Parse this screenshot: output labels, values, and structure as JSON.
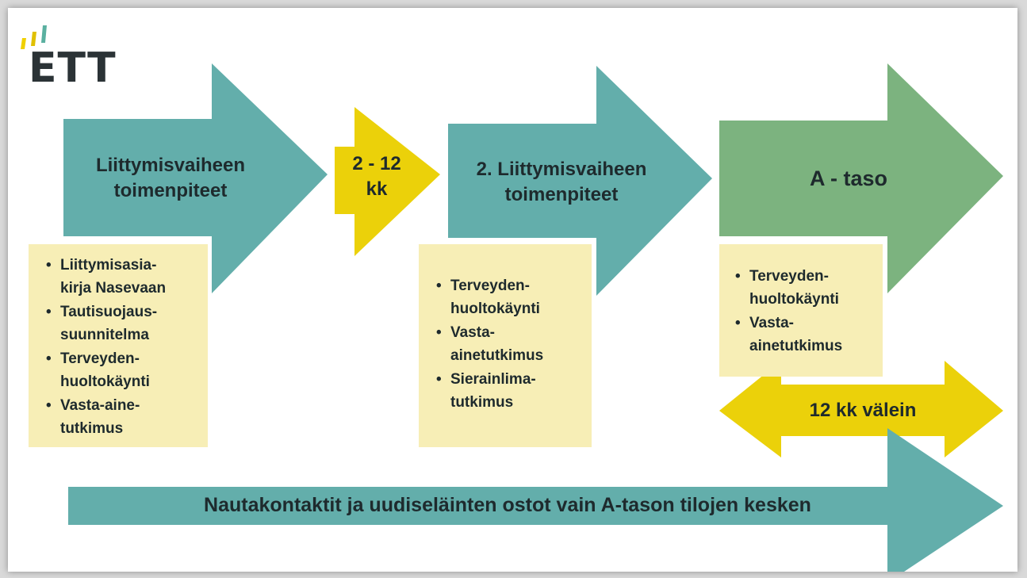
{
  "logo": {
    "text": "ETT",
    "colors": [
      "#f0d000",
      "#e0c000",
      "#5ab0a0"
    ]
  },
  "colors": {
    "teal": "#63aeab",
    "yellow": "#ebd10a",
    "green": "#7cb37f",
    "box": "#f7eeb6",
    "text": "#1e2a2d"
  },
  "steps": [
    {
      "title": "Liittymisvaiheen\ntoimenpiteet",
      "items": [
        "Liittymisasia-\nkirja Nasevaan",
        "Tautisuojaus-\nsuunnitelma",
        "Terveyden-\nhuoltokäynti",
        "Vasta-aine-\ntutkimus"
      ]
    },
    {
      "title": "2 - 12\nkk"
    },
    {
      "title": "2. Liittymisvaiheen\ntoimenpiteet",
      "items": [
        "Terveyden-\nhuoltokäynti",
        "Vasta-\nainetutkimus",
        "Sierainlima-\ntutkimus"
      ]
    },
    {
      "title": "A - taso",
      "items": [
        "Terveyden-\nhuoltokäynti",
        "Vasta-\nainetutkimus"
      ]
    }
  ],
  "interval": "12 kk välein",
  "bottom_arrow": "Nautakontaktit ja uudiseläinten ostot vain A-tason tilojen kesken"
}
